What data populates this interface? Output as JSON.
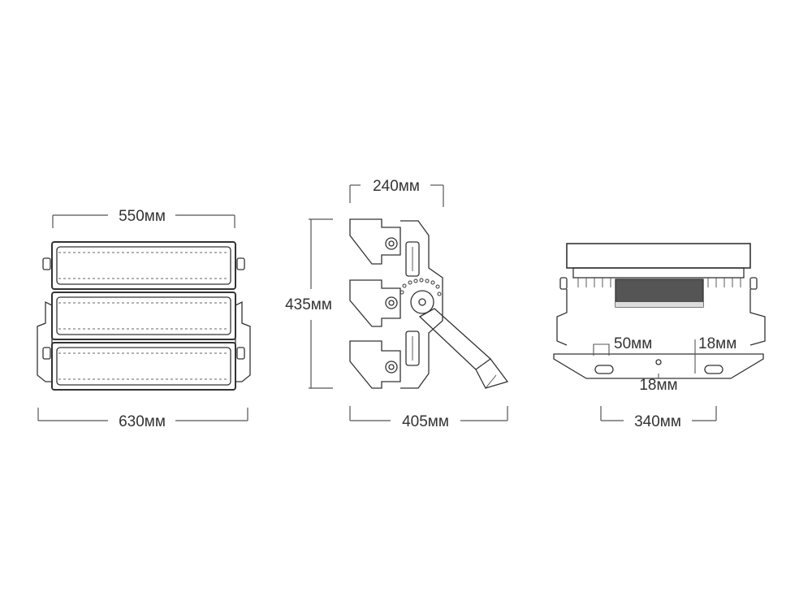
{
  "colors": {
    "line": "#333333",
    "dimension": "#555555",
    "background": "#ffffff"
  },
  "front_view": {
    "top_width": "550мм",
    "bottom_width": "630мм"
  },
  "side_view": {
    "top_width": "240мм",
    "height": "435мм",
    "bottom_width": "405мм"
  },
  "back_view": {
    "bracket_width": "50мм",
    "right_offset": "18мм",
    "center_offset": "18мм",
    "bottom_width": "340мм"
  }
}
